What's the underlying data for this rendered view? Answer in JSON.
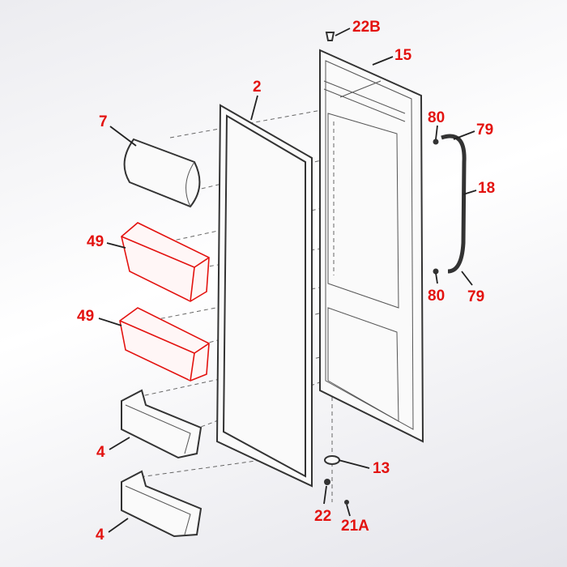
{
  "labels": {
    "l22b": "22B",
    "l15": "15",
    "l2": "2",
    "l7": "7",
    "l80a": "80",
    "l79a": "79",
    "l18": "18",
    "l49a": "49",
    "l49b": "49",
    "l80b": "80",
    "l79b": "79",
    "l4a": "4",
    "l13": "13",
    "l22": "22",
    "l21a": "21A",
    "l4b": "4"
  },
  "colors": {
    "label": "#e3120f",
    "highlighted_part": "#e3120f",
    "line": "#222222"
  }
}
